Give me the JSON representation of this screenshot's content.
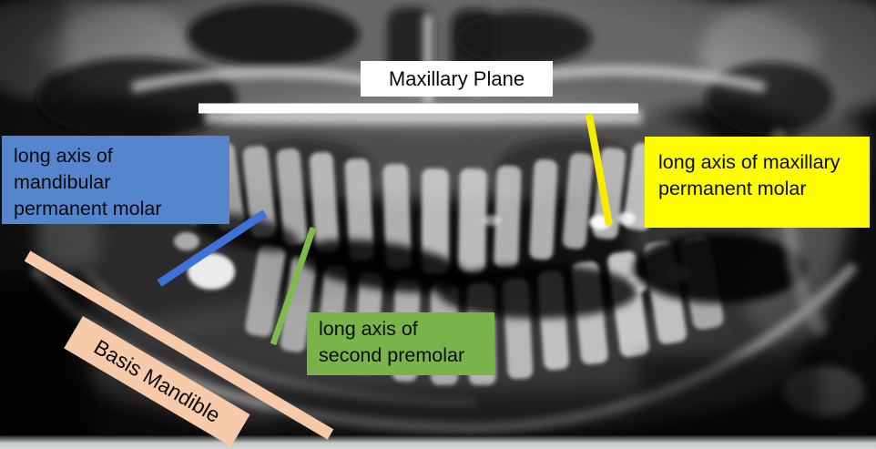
{
  "annotations": {
    "maxillary_plane": {
      "label": "Maxillary Plane",
      "box_color": "#ffffff",
      "line_color": "#ffffff",
      "text_color": "#000000"
    },
    "mandibular_molar": {
      "label": "long axis of\nmandibular\npermanent molar",
      "box_color": "#5585cc",
      "line_color": "#3d72d9",
      "text_color": "#000000"
    },
    "maxillary_molar": {
      "label": "long axis of maxillary\npermanent molar",
      "box_color": "#fdfd00",
      "line_color": "#f5ec00",
      "text_color": "#000000"
    },
    "second_premolar": {
      "label": "long axis of\nsecond premolar",
      "box_color": "#79b44a",
      "line_color": "#80ba4b",
      "text_color": "#000000"
    },
    "basis_mandible": {
      "label": "Basis Mandible",
      "box_color": "#f7cbaa",
      "line_color": "#f7cbaa",
      "text_color": "#000000"
    }
  }
}
